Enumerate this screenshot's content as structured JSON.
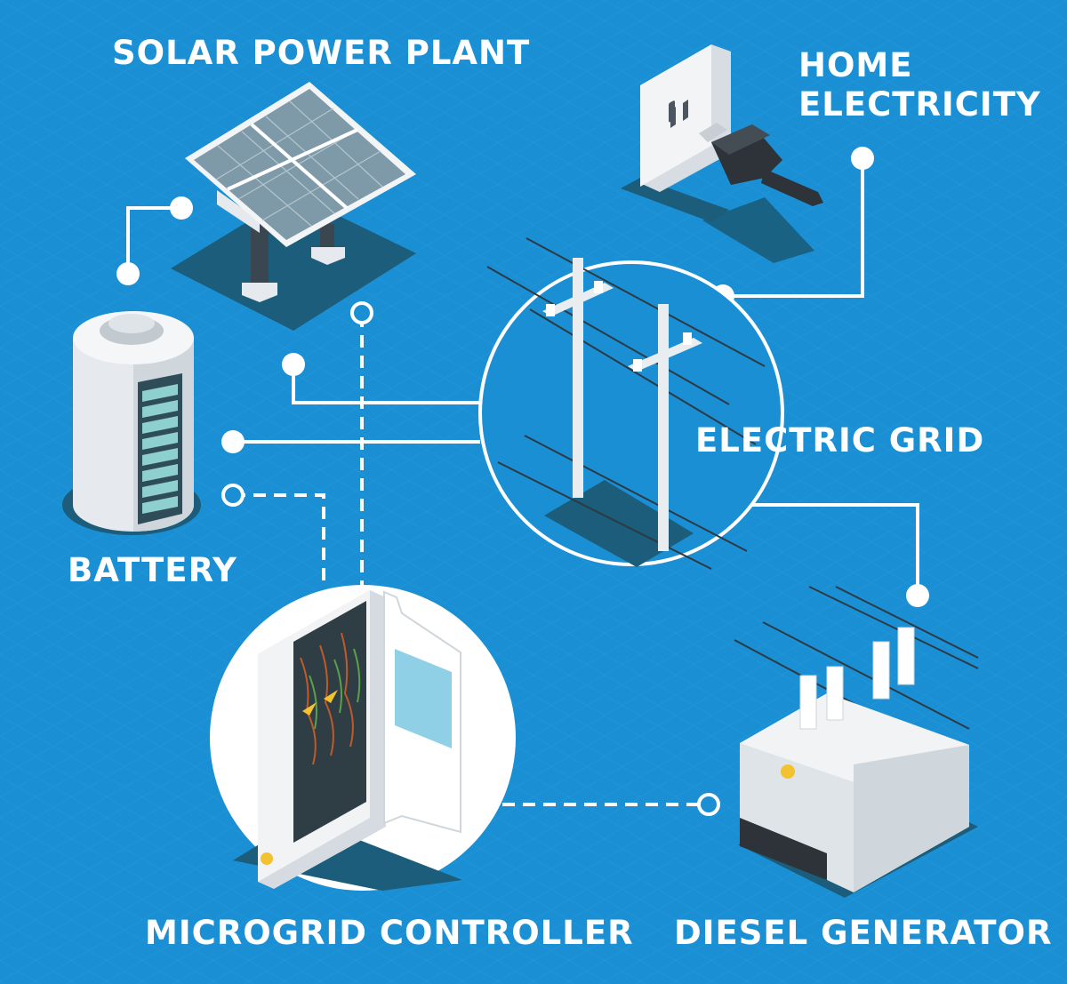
{
  "labels": {
    "solar_power_plant": "SOLAR POWER PLANT",
    "home_electricity_line1": "HOME",
    "home_electricity_line2": "ELECTRICITY",
    "electric_grid": "ELECTRIC GRID",
    "battery": "BATTERY",
    "microgrid_controller": "MICROGRID CONTROLLER",
    "diesel_generator": "DIESEL GENERATOR"
  },
  "colors": {
    "background": "#1a8fd3",
    "line": "#ffffff",
    "shadow": "#1b5d7a",
    "equipment": "#eef1f4",
    "battery_level": "#8ecfcf"
  },
  "icons": [
    "solar-panel-icon",
    "power-outlet-icon",
    "power-plug-icon",
    "utility-pole-icon",
    "battery-icon",
    "control-cabinet-icon",
    "transformer-icon"
  ]
}
